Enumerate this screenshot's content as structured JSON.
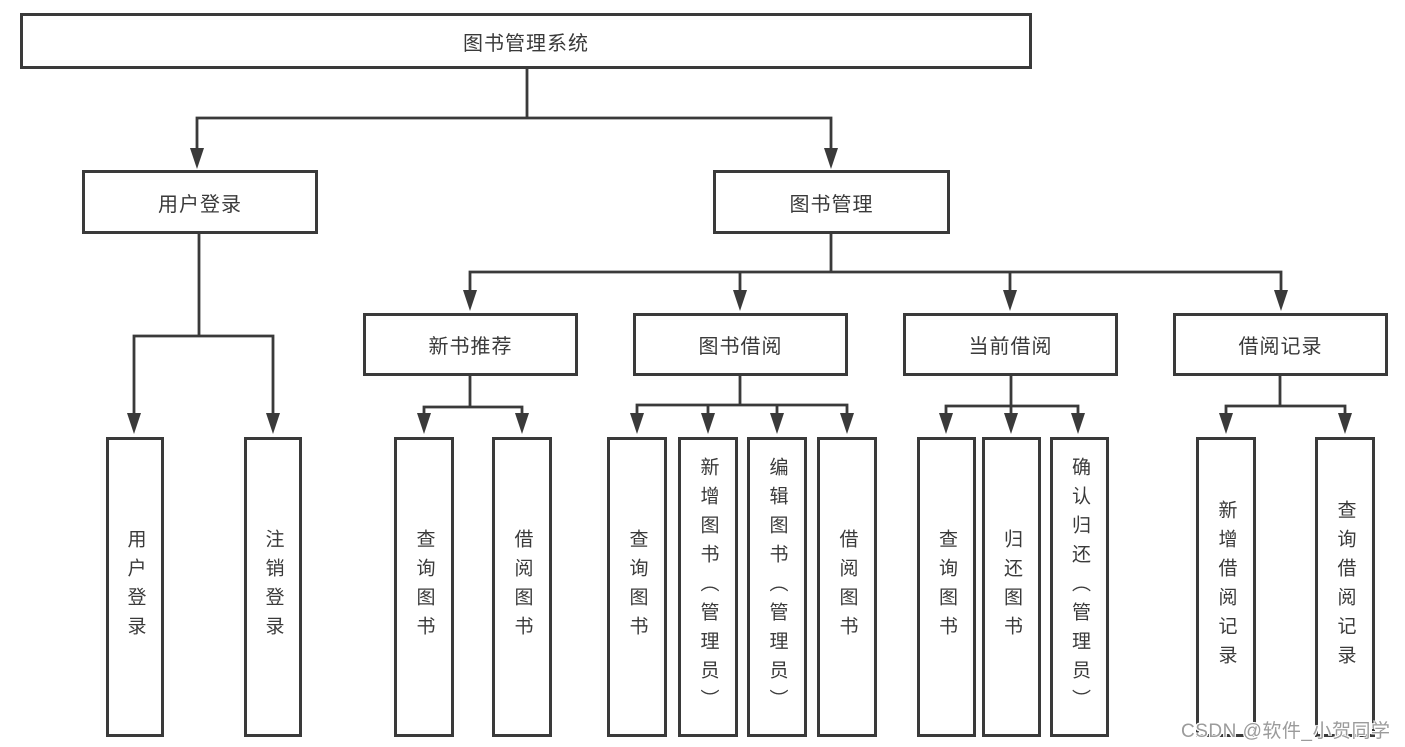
{
  "diagram": {
    "root": {
      "label": "图书管理系统"
    },
    "branches": [
      {
        "label": "用户登录",
        "children": [
          {
            "label": "用户登录"
          },
          {
            "label": "注销登录"
          }
        ]
      },
      {
        "label": "图书管理",
        "children": [
          {
            "label": "新书推荐",
            "children": [
              {
                "label": "查询图书"
              },
              {
                "label": "借阅图书"
              }
            ]
          },
          {
            "label": "图书借阅",
            "children": [
              {
                "label": "查询图书"
              },
              {
                "label": "新增图书（管理员）"
              },
              {
                "label": "编辑图书（管理员）"
              },
              {
                "label": "借阅图书"
              }
            ]
          },
          {
            "label": "当前借阅",
            "children": [
              {
                "label": "查询图书"
              },
              {
                "label": "归还图书"
              },
              {
                "label": "确认归还（管理员）"
              }
            ]
          },
          {
            "label": "借阅记录",
            "children": [
              {
                "label": "新增借阅记录"
              },
              {
                "label": "查询借阅记录"
              }
            ]
          }
        ]
      }
    ]
  },
  "watermark": "CSDN @软件_小贺同学",
  "colors": {
    "line": "#3a3a3a",
    "box_border": "#3a3a3a",
    "box_fill": "#ffffff",
    "background": "#ffffff",
    "watermark_text": "#9b9b9b"
  }
}
